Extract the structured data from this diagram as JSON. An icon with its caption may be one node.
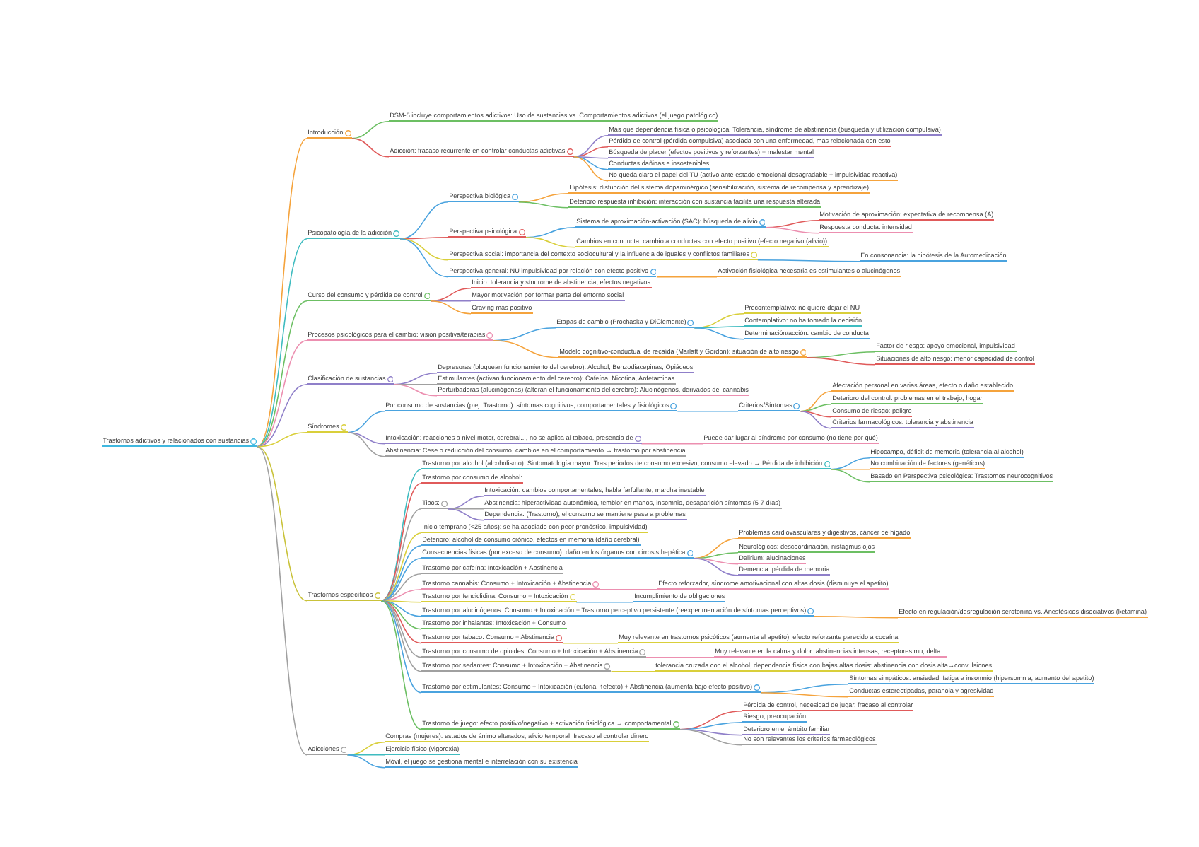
{
  "diagram": {
    "nodes": [
      {
        "text": [
          "Trastornos adictivos y relacionados con sustancias"
        ]
      },
      {
        "text": [
          "Introducción"
        ]
      },
      {
        "text": [
          "DSM-5 incluye comportamientos adictivos: Uso de sustancias vs. Comportamientos adictivos (el juego patológico)"
        ]
      },
      {
        "text": [
          "Adicción: fracaso recurrente en controlar conductas adictivas"
        ]
      },
      {
        "text": [
          "Más que dependencia física o psicológica: Tolerancia, síndrome de abstinencia (búsqueda y utilización compulsiva)"
        ]
      },
      {
        "text": [
          "Pérdida de control (pérdida compulsiva) asociada con una enfermedad, más relacionada con esto"
        ]
      },
      {
        "text": [
          "Búsqueda de placer (efectos positivos y reforzantes) + malestar mental"
        ]
      },
      {
        "text": [
          "Conductas dañinas e insostenibles"
        ]
      },
      {
        "text": [
          "No queda claro el papel del TU (activo ante estado emocional desagradable + impulsividad reactiva)"
        ]
      },
      {
        "text": [
          "Psicopatología de la adicción"
        ]
      },
      {
        "text": [
          "Perspectiva biológica"
        ]
      },
      {
        "text": [
          "Hipótesis: disfunción del sistema dopaminérgico (sensibilización, sistema de recompensa y aprendizaje)"
        ]
      },
      {
        "text": [
          "Deterioro respuesta inhibición: interacción con sustancia facilita una respuesta alterada"
        ]
      },
      {
        "text": [
          "Perspectiva psicológica"
        ]
      },
      {
        "text": [
          "Sistema de aproximación-activación (SAC): búsqueda de alivio"
        ]
      },
      {
        "text": [
          "Motivación de aproximación: expectativa de recompensa (A)"
        ]
      },
      {
        "text": [
          "Respuesta conducta: intensidad"
        ]
      },
      {
        "text": [
          "Cambios en conducta: cambio a conductas con efecto positivo (efecto negativo (alivio))"
        ]
      },
      {
        "text": [
          "Perspectiva social: importancia del contexto sociocultural y la influencia de iguales y conflictos familiares"
        ]
      },
      {
        "text": [
          "En consonancia: la hipótesis de la Automedicación"
        ]
      },
      {
        "text": [
          "Perspectiva general: NU impulsividad por relación con efecto positivo"
        ]
      },
      {
        "text": [
          "Activación fisiológica necesaria es estimulantes o alucinógenos"
        ]
      },
      {
        "text": [
          "Curso del consumo y pérdida de control"
        ]
      },
      {
        "text": [
          "Inicio: tolerancia y síndrome de abstinencia, efectos negativos"
        ]
      },
      {
        "text": [
          "Mayor motivación por formar parte del entorno social"
        ]
      },
      {
        "text": [
          "Craving más positivo"
        ]
      },
      {
        "text": [
          "Procesos psicológicos para el cambio: visión positiva/terapias"
        ]
      },
      {
        "text": [
          "Etapas de cambio (Prochaska y DiClemente)"
        ]
      },
      {
        "text": [
          "Precontemplativo: no quiere dejar el NU"
        ]
      },
      {
        "text": [
          "Contemplativo: no ha tomado la decisión"
        ]
      },
      {
        "text": [
          "Determinación/acción: cambio de conducta"
        ]
      },
      {
        "text": [
          "Modelo cognitivo-conductual de recaída (Marlatt y Gordon): situación de alto riesgo"
        ]
      },
      {
        "text": [
          "Factor de riesgo: apoyo emocional, impulsividad"
        ]
      },
      {
        "text": [
          "Situaciones de alto riesgo: menor capacidad de control"
        ]
      },
      {
        "text": [
          "Clasificación de sustancias"
        ]
      },
      {
        "text": [
          "Depresoras (bloquean funcionamiento del cerebro): Alcohol, Benzodiacepinas, Opiáceos"
        ]
      },
      {
        "text": [
          "Estimulantes (activan funcionamiento del cerebro): Cafeína, Nicotina, Anfetaminas"
        ]
      },
      {
        "text": [
          "Perturbadoras (alucinógenas) (alteran el funcionamiento del cerebro): Alucinógenos, derivados del cannabis"
        ]
      },
      {
        "text": [
          "Síndromes"
        ]
      },
      {
        "text": [
          "Por consumo de sustancias (p.ej. Trastorno): síntomas cognitivos, comportamentales y fisiológicos"
        ]
      },
      {
        "text": [
          "Criterios/Síntomas"
        ]
      },
      {
        "text": [
          "Afectación personal en varias áreas, efecto o daño establecido"
        ]
      },
      {
        "text": [
          "Deterioro del control: problemas en el trabajo, hogar"
        ]
      },
      {
        "text": [
          "Consumo de riesgo: peligro"
        ]
      },
      {
        "text": [
          "Criterios farmacológicos: tolerancia y abstinencia"
        ]
      },
      {
        "text": [
          "Intoxicación: reacciones a nivel motor, cerebral..., no se aplica al tabaco, presencia de"
        ]
      },
      {
        "text": [
          "Puede dar lugar al síndrome por consumo (no tiene por qué)"
        ]
      },
      {
        "text": [
          "Abstinencia: Cese o reducción del consumo, cambios en el comportamiento → trastorno por abstinencia"
        ]
      },
      {
        "text": [
          "Trastornos específicos"
        ]
      },
      {
        "text": [
          "Trastorno por alcohol (alcoholismo): Sintomatología mayor. Tras periodos de consumo excesivo, consumo elevado → Pérdida de inhibición"
        ]
      },
      {
        "text": [
          "Hipocampo, déficit de memoria (tolerancia al alcohol)"
        ]
      },
      {
        "text": [
          "No combinación de factores (genéticos)"
        ]
      },
      {
        "text": [
          "Basado en Perspectiva psicológica: Trastornos neurocognitivos"
        ]
      },
      {
        "text": [
          "Trastorno por consumo de alcohol:"
        ]
      },
      {
        "text": [
          "Tipos:"
        ]
      },
      {
        "text": [
          "Intoxicación: cambios comportamentales, habla farfullante, marcha inestable"
        ]
      },
      {
        "text": [
          "Abstinencia: hiperactividad autonómica, temblor en manos, insomnio, desaparición síntomas (5-7 días)"
        ]
      },
      {
        "text": [
          "Dependencia: (Trastorno), el consumo se mantiene pese a problemas"
        ]
      },
      {
        "text": [
          "Inicio temprano (<25 años): se ha asociado con peor pronóstico, impulsividad)"
        ]
      },
      {
        "text": [
          "Deterioro: alcohol de consumo crónico, efectos en memoria (daño cerebral)"
        ]
      },
      {
        "text": [
          "Consecuencias físicas (por exceso de consumo): daño en los órganos con cirrosis hepática"
        ]
      },
      {
        "text": [
          "Problemas cardiovasculares y digestivos, cáncer de hígado"
        ]
      },
      {
        "text": [
          "Neurológicos: descoordinación, nistagmus ojos"
        ]
      },
      {
        "text": [
          "Delirium: alucinaciones"
        ]
      },
      {
        "text": [
          "Demencia: pérdida de memoria"
        ]
      },
      {
        "text": [
          "Trastorno por cafeína: Intoxicación + Abstinencia"
        ]
      },
      {
        "text": [
          "Trastorno cannabis: Consumo + Intoxicación + Abstinencia"
        ]
      },
      {
        "text": [
          "Efecto reforzador, síndrome amotivacional con altas dosis (disminuye el apetito)"
        ]
      },
      {
        "text": [
          "Trastorno por fenciclidina: Consumo + Intoxicación"
        ]
      },
      {
        "text": [
          "Incumplimiento de obligaciones"
        ]
      },
      {
        "text": [
          "Trastorno por alucinógenos: Consumo + Intoxicación + Trastorno perceptivo persistente (reexperimentación de síntomas perceptivos)"
        ]
      },
      {
        "text": [
          "Efecto en regulación/desregulación serotonina vs. Anestésicos disociativos (ketamina)"
        ]
      },
      {
        "text": [
          "Trastorno por inhalantes: Intoxicación + Consumo"
        ]
      },
      {
        "text": [
          "Trastorno por tabaco: Consumo + Abstinencia"
        ]
      },
      {
        "text": [
          "Muy relevante en trastornos psicóticos (aumenta el apetito), efecto reforzante parecido a cocaína"
        ]
      },
      {
        "text": [
          "Trastorno por consumo de opioides: Consumo + Intoxicación + Abstinencia"
        ]
      },
      {
        "text": [
          "Muy relevante en la calma y dolor: abstinencias intensas, receptores mu, delta..."
        ]
      },
      {
        "text": [
          "Trastorno por sedantes: Consumo + Intoxicación + Abstinencia"
        ]
      },
      {
        "text": [
          "tolerancia cruzada con el alcohol, dependencia física con bajas altas dosis: abstinencia con dosis alta→convulsiones"
        ]
      },
      {
        "text": [
          "Trastorno por estimulantes: Consumo + Intoxicación (euforia, ↑efecto) + Abstinencia (aumenta bajo efecto positivo)"
        ]
      },
      {
        "text": [
          "Síntomas simpáticos: ansiedad, fatiga e insomnio (hipersomnia, aumento del apetito)"
        ]
      },
      {
        "text": [
          "Conductas estereotipadas, paranoia y agresividad"
        ]
      },
      {
        "text": [
          "Trastorno de juego: efecto positivo/negativo + activación fisiológica → comportamental"
        ]
      },
      {
        "text": [
          "Pérdida de control, necesidad de jugar, fracaso al controlar"
        ]
      },
      {
        "text": [
          "Riesgo, preocupación"
        ]
      },
      {
        "text": [
          "Deterioro en el ámbito familiar"
        ]
      },
      {
        "text": [
          "No son relevantes los criterios farmacológicos"
        ]
      },
      {
        "text": [
          "Adicciones"
        ]
      },
      {
        "text": [
          "Compras (mujeres): estados de ánimo alterados, alivio temporal, fracaso al controlar dinero"
        ]
      },
      {
        "text": [
          "Ejercicio físico (vigorexia)"
        ]
      },
      {
        "text": [
          "Móvil, el juego se gestiona mental e interrelación con su existencia"
        ]
      }
    ],
    "edges": [
      {
        "from": 0,
        "to": 1,
        "arrow": "none",
        "color": "#f5a33c"
      },
      {
        "from": 1,
        "to": 2,
        "arrow": "none",
        "color": "#6cbf63"
      },
      {
        "from": 1,
        "to": 3,
        "arrow": "none",
        "color": "#e05a5a"
      },
      {
        "from": 3,
        "to": 4,
        "arrow": "none",
        "color": "#8f7fc9"
      },
      {
        "from": 3,
        "to": 5,
        "arrow": "none",
        "color": "#e05a5a"
      },
      {
        "from": 3,
        "to": 6,
        "arrow": "none",
        "color": "#8f7fc9"
      },
      {
        "from": 3,
        "to": 7,
        "arrow": "none"
      },
      {
        "from": 3,
        "to": 8,
        "arrow": "none",
        "color": "#f5a33c"
      },
      {
        "from": 0,
        "to": 9,
        "arrow": "none",
        "color": "#3fbcc0"
      },
      {
        "from": 9,
        "to": 10,
        "arrow": "none"
      },
      {
        "from": 10,
        "to": 11,
        "arrow": "none",
        "color": "#f5a33c"
      },
      {
        "from": 10,
        "to": 12,
        "arrow": "none",
        "color": "#6cbf63"
      },
      {
        "from": 9,
        "to": 13,
        "arrow": "none",
        "color": "#e05a5a"
      },
      {
        "from": 13,
        "to": 14,
        "arrow": "none"
      },
      {
        "from": 14,
        "to": 15,
        "arrow": "none",
        "color": "#e05a5a"
      },
      {
        "from": 14,
        "to": 16,
        "arrow": "none",
        "color": "#ec8fb0"
      },
      {
        "from": 13,
        "to": 17,
        "arrow": "none",
        "color": "#d9cf3a"
      },
      {
        "from": 9,
        "to": 18,
        "arrow": "none",
        "color": "#d9cf3a"
      },
      {
        "from": 18,
        "to": 19,
        "arrow": "none"
      },
      {
        "from": 9,
        "to": 20,
        "arrow": "none"
      },
      {
        "from": 20,
        "to": 21,
        "arrow": "none",
        "color": "#f5a33c"
      },
      {
        "from": 0,
        "to": 22,
        "arrow": "none",
        "color": "#6cbf63"
      },
      {
        "from": 22,
        "to": 23,
        "arrow": "none",
        "color": "#e05a5a"
      },
      {
        "from": 22,
        "to": 24,
        "arrow": "none",
        "color": "#8f7fc9"
      },
      {
        "from": 22,
        "to": 25,
        "arrow": "none",
        "color": "#f5a33c"
      },
      {
        "from": 0,
        "to": 26,
        "arrow": "none",
        "color": "#ec8fb0"
      },
      {
        "from": 26,
        "to": 27,
        "arrow": "none"
      },
      {
        "from": 27,
        "to": 28,
        "arrow": "none",
        "color": "#d9cf3a"
      },
      {
        "from": 27,
        "to": 29,
        "arrow": "none",
        "color": "#3fbcc0"
      },
      {
        "from": 27,
        "to": 30,
        "arrow": "none"
      },
      {
        "from": 26,
        "to": 31,
        "arrow": "none",
        "color": "#f5a33c"
      },
      {
        "from": 31,
        "to": 32,
        "arrow": "none",
        "color": "#6cbf63"
      },
      {
        "from": 31,
        "to": 33,
        "arrow": "none",
        "color": "#e05a5a"
      },
      {
        "from": 0,
        "to": 34,
        "arrow": "none",
        "color": "#8f7fc9"
      },
      {
        "from": 34,
        "to": 35,
        "arrow": "none",
        "color": "#8f7fc9"
      },
      {
        "from": 34,
        "to": 36,
        "arrow": "none",
        "color": "#a0a0a0"
      },
      {
        "from": 34,
        "to": 37,
        "arrow": "none",
        "color": "#ec8fb0"
      },
      {
        "from": 0,
        "to": 38,
        "arrow": "none",
        "color": "#d9cf3a"
      },
      {
        "from": 38,
        "to": 39,
        "arrow": "none"
      },
      {
        "from": 39,
        "to": 40,
        "arrow": "none"
      },
      {
        "from": 40,
        "to": 41,
        "arrow": "none",
        "color": "#f5a33c"
      },
      {
        "from": 40,
        "to": 42,
        "arrow": "none",
        "color": "#6cbf63"
      },
      {
        "from": 40,
        "to": 43,
        "arrow": "none",
        "color": "#e05a5a"
      },
      {
        "from": 40,
        "to": 44,
        "arrow": "none",
        "color": "#8f7fc9"
      },
      {
        "from": 38,
        "to": 45,
        "arrow": "none",
        "color": "#8f7fc9"
      },
      {
        "from": 45,
        "to": 46,
        "arrow": "none",
        "color": "#ec8fb0"
      },
      {
        "from": 38,
        "to": 47,
        "arrow": "none",
        "color": "#a0a0a0"
      },
      {
        "from": 0,
        "to": 48,
        "arrow": "none",
        "color": "#c9c23a"
      },
      {
        "from": 48,
        "to": 49,
        "arrow": "none",
        "color": "#3fbcc0"
      },
      {
        "from": 49,
        "to": 50,
        "arrow": "none"
      },
      {
        "from": 49,
        "to": 51,
        "arrow": "none",
        "color": "#f5a33c"
      },
      {
        "from": 49,
        "to": 52,
        "arrow": "none",
        "color": "#6cbf63"
      },
      {
        "from": 48,
        "to": 53,
        "arrow": "none",
        "color": "#e05a5a"
      },
      {
        "from": 48,
        "to": 54,
        "arrow": "none",
        "color": "#a0a0a0"
      },
      {
        "from": 54,
        "to": 55,
        "arrow": "none",
        "color": "#8f7fc9"
      },
      {
        "from": 54,
        "to": 56,
        "arrow": "none",
        "color": "#a0a0a0"
      },
      {
        "from": 54,
        "to": 57,
        "arrow": "none",
        "color": "#8f7fc9"
      },
      {
        "from": 48,
        "to": 58,
        "arrow": "none",
        "color": "#d9cf3a"
      },
      {
        "from": 48,
        "to": 59,
        "arrow": "none"
      },
      {
        "from": 48,
        "to": 60,
        "arrow": "none"
      },
      {
        "from": 60,
        "to": 61,
        "arrow": "none",
        "color": "#f5a33c"
      },
      {
        "from": 60,
        "to": 62,
        "arrow": "none",
        "color": "#6cbf63"
      },
      {
        "from": 60,
        "to": 63,
        "arrow": "none",
        "color": "#ec8fb0"
      },
      {
        "from": 60,
        "to": 64,
        "arrow": "none",
        "color": "#8f7fc9"
      },
      {
        "from": 48,
        "to": 65,
        "arrow": "none",
        "color": "#a0a0a0"
      },
      {
        "from": 48,
        "to": 66,
        "arrow": "none",
        "color": "#ec8fb0"
      },
      {
        "from": 66,
        "to": 67,
        "arrow": "none",
        "color": "#ec8fb0"
      },
      {
        "from": 48,
        "to": 68,
        "arrow": "none",
        "color": "#d9cf3a"
      },
      {
        "from": 68,
        "to": 69,
        "arrow": "none"
      },
      {
        "from": 48,
        "to": 70,
        "arrow": "none"
      },
      {
        "from": 70,
        "to": 71,
        "arrow": "none",
        "color": "#f5a33c"
      },
      {
        "from": 48,
        "to": 72,
        "arrow": "none",
        "color": "#6cbf63"
      },
      {
        "from": 48,
        "to": 73,
        "arrow": "none",
        "color": "#e05a5a"
      },
      {
        "from": 73,
        "to": 74,
        "arrow": "none",
        "color": "#d9cf3a"
      },
      {
        "from": 48,
        "to": 75,
        "arrow": "none",
        "color": "#a0a0a0"
      },
      {
        "from": 75,
        "to": 76,
        "arrow": "none",
        "color": "#ec8fb0"
      },
      {
        "from": 48,
        "to": 77,
        "arrow": "none",
        "color": "#a0a0a0"
      },
      {
        "from": 77,
        "to": 78,
        "arrow": "none",
        "color": "#d9cf3a"
      },
      {
        "from": 48,
        "to": 79,
        "arrow": "none"
      },
      {
        "from": 79,
        "to": 80,
        "arrow": "none"
      },
      {
        "from": 79,
        "to": 81,
        "arrow": "none",
        "color": "#f5a33c"
      },
      {
        "from": 48,
        "to": 82,
        "arrow": "none",
        "color": "#6cbf63"
      },
      {
        "from": 82,
        "to": 83,
        "arrow": "none",
        "color": "#e05a5a"
      },
      {
        "from": 82,
        "to": 84,
        "arrow": "none"
      },
      {
        "from": 82,
        "to": 85,
        "arrow": "none",
        "color": "#8f7fc9"
      },
      {
        "from": 82,
        "to": 86,
        "arrow": "none",
        "color": "#a0a0a0"
      },
      {
        "from": 0,
        "to": 87,
        "arrow": "none",
        "color": "#a0a0a0"
      },
      {
        "from": 87,
        "to": 88,
        "arrow": "none",
        "color": "#d9cf3a"
      },
      {
        "from": 87,
        "to": 89,
        "arrow": "none",
        "color": "#3fbcc0"
      },
      {
        "from": 87,
        "to": 90,
        "arrow": "none"
      }
    ]
  }
}
